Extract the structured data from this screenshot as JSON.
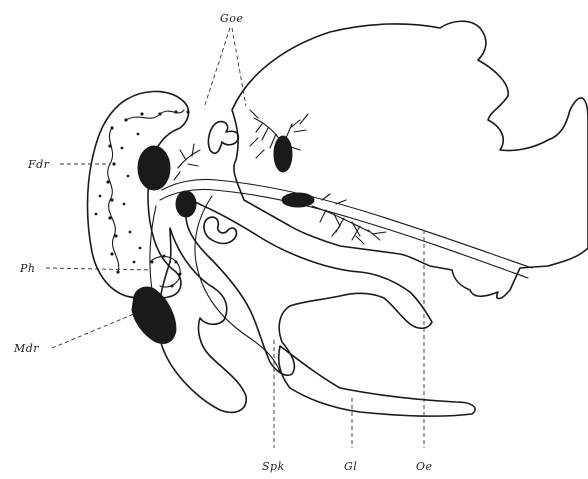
{
  "labels": {
    "goe": "Goe",
    "fdr": "Fdr",
    "ph": "Ph",
    "mdr": "Mdr",
    "spk": "Spk",
    "gl": "Gl",
    "oe": "Oe"
  },
  "colors": {
    "ink": "#1a1a1a",
    "paper": "#ffffff"
  }
}
